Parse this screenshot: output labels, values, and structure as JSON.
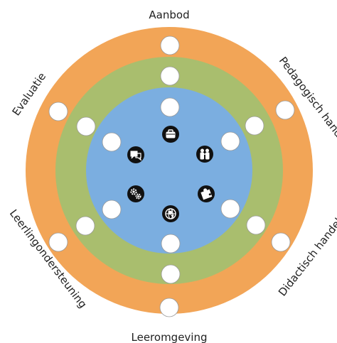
{
  "diagram": {
    "ring_labels": {
      "aanbod": "Aanbod",
      "pedagogisch": "Pedagogisch handelen",
      "didactisch": "Didactisch handelen",
      "leeromgeving": "Leeromgeving",
      "leerlingondersteuning": "Leerlingondersteuning",
      "evaluatie": "Evaluatie"
    },
    "colors": {
      "outer_ring": "#F2A557",
      "middle_ring": "#A9BE6E",
      "inner_circle": "#7BAEE0",
      "marker": "#FFFFFF",
      "icon": "#111111"
    },
    "icons": [
      "briefcase-icon",
      "people-icon",
      "puzzle-icon",
      "globe-icon",
      "gears-icon",
      "chat-bubbles-icon"
    ]
  }
}
